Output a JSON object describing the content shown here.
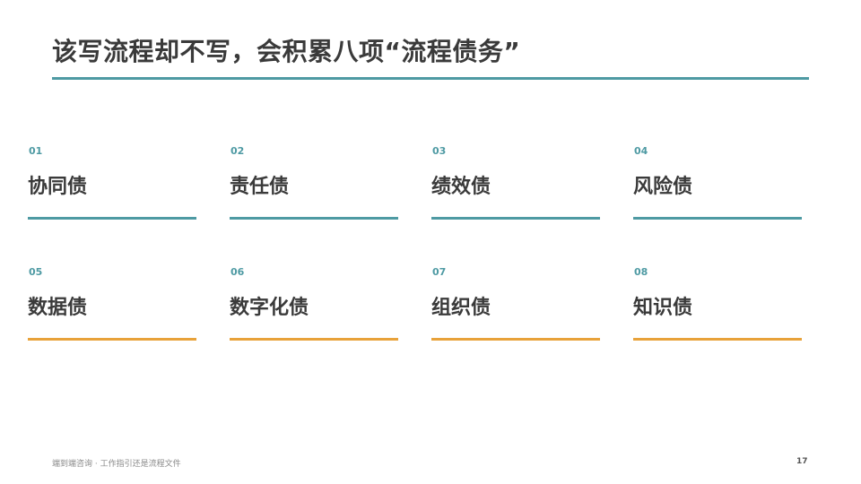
{
  "slide": {
    "title": "该写流程却不写，会积累八项“流程债务”"
  },
  "colors": {
    "accent_teal": "#4e9aa3",
    "accent_orange": "#e8a23a",
    "text_dark": "#3a3a3a"
  },
  "cards": [
    {
      "num": "01",
      "title": "协同债"
    },
    {
      "num": "02",
      "title": "责任债"
    },
    {
      "num": "03",
      "title": "绩效债"
    },
    {
      "num": "04",
      "title": "风险债"
    },
    {
      "num": "05",
      "title": "数据债"
    },
    {
      "num": "06",
      "title": "数字化债"
    },
    {
      "num": "07",
      "title": "组织债"
    },
    {
      "num": "08",
      "title": "知识债"
    }
  ],
  "footer": {
    "text": "端到端咨询 · 工作指引还是流程文件",
    "page_number": "17"
  }
}
